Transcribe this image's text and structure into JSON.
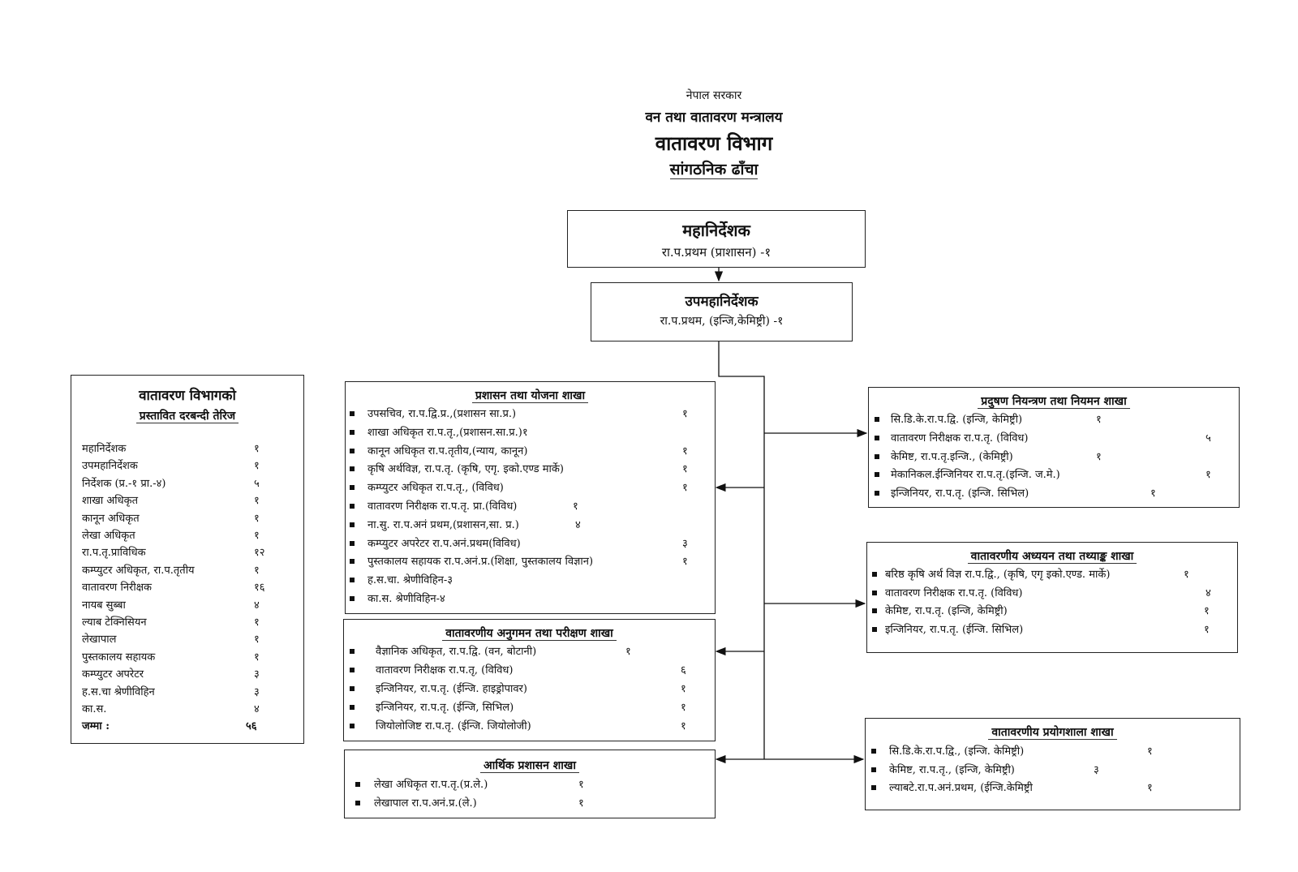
{
  "header": {
    "government": "नेपाल सरकार",
    "ministry": "वन तथा वातावरण मन्त्रालय",
    "department": "वातावरण विभाग",
    "chart_title": "सांगठनिक ढाँचा"
  },
  "director_general": {
    "title": "महानिर्देशक",
    "detail": "रा.प.प्रथम (प्राशासन) -१"
  },
  "deputy_director_general": {
    "title": "उपमहानिर्देशक",
    "detail": "रा.प.प्रथम, (इन्जि,केमिष्ट्री) -१"
  },
  "summary": {
    "title": "वातावरण विभागको",
    "subtitle": "प्रस्तावित दरबन्दी तेरिज",
    "items": [
      {
        "text": "महानिर्देशक",
        "count": "१"
      },
      {
        "text": "उपमहानिर्देशक",
        "count": "१"
      },
      {
        "text": "निर्देशक (प्र.-१ प्रा.-४)",
        "count": "५"
      },
      {
        "text": "शाखा अधिकृत",
        "count": "१"
      },
      {
        "text": "कानून अधिकृत",
        "count": "१"
      },
      {
        "text": "लेखा अधिकृत",
        "count": "१"
      },
      {
        "text": "रा.प.तृ.प्राविधिक",
        "count": "१२"
      },
      {
        "text": "कम्प्युटर अधिकृत, रा.प.तृतीय",
        "count": "१"
      },
      {
        "text": "वातावरण निरीक्षक",
        "count": "१६"
      },
      {
        "text": "नायब सुब्बा",
        "count": "४"
      },
      {
        "text": "ल्याब टेक्निसियन",
        "count": "१"
      },
      {
        "text": "लेखापाल",
        "count": "१"
      },
      {
        "text": "पुस्तकालय सहायक",
        "count": "१"
      },
      {
        "text": "कम्प्युटर अपरेटर",
        "count": "३"
      },
      {
        "text": "ह.स.चा श्रेणीविहिन",
        "count": "३"
      },
      {
        "text": "का.स.",
        "count": "४"
      }
    ],
    "total_label": "जम्मा :",
    "total": "५६"
  },
  "branches": {
    "admin": {
      "title": "प्रशासन तथा योजना शाखा",
      "items": [
        {
          "text": "उपसचिव, रा.प.द्वि.प्र.,(प्रशासन सा.प्र.)",
          "count": "१"
        },
        {
          "text": "शाखा अधिकृत रा.प.तृ.,(प्रशासन.सा.प्र.)१",
          "count": ""
        },
        {
          "text": "कानून अधिकृत रा.प.तृतीय,(न्याय, कानून)",
          "count": "१"
        },
        {
          "text": "कृषि अर्थविज्ञ, रा.प.तृ. (कृषि, एगृ. इको.एण्ड मार्के)",
          "count": "१"
        },
        {
          "text": "कम्प्युटर अधिकृत रा.प.तृ., (विविध)",
          "count": "१"
        },
        {
          "text": "वातावरण निरीक्षक रा.प.तृ. प्रा.(विविध)",
          "count": "१"
        },
        {
          "text": "ना.सु. रा.प.अनं प्रथम,(प्रशासन,सा. प्र.)",
          "count": "४"
        },
        {
          "text": "कम्प्युटर अपरेटर रा.प.अनं.प्रथम(विविध)",
          "count": "३"
        },
        {
          "text": "पुस्तकालय सहायक रा.प.अनं.प्र.(शिक्षा, पुस्तकालय विज्ञान)",
          "count": "१"
        },
        {
          "text": "ह.स.चा. श्रेणीविहिन-३",
          "count": ""
        },
        {
          "text": "का.स. श्रेणीविहिन-४",
          "count": ""
        }
      ]
    },
    "monitoring": {
      "title": "वातावरणीय अनुगमन तथा परीक्षण शाखा",
      "items": [
        {
          "text": "वैज्ञानिक अधिकृत, रा.प.द्वि. (वन, बोटानी)",
          "count": "१"
        },
        {
          "text": "वातावरण निरीक्षक रा.प.तृ, (विविध)",
          "count": "६"
        },
        {
          "text": "इन्जिनियर, रा.प.तृ. (ईन्जि. हाइड्रोपावर)",
          "count": "१"
        },
        {
          "text": "इन्जिनियर, रा.प.तृ. (ईन्जि, सिभिल)",
          "count": "१"
        },
        {
          "text": "जियोलोजिष्ट रा.प.तृ. (ईन्जि. जियोलोजी)",
          "count": "१"
        }
      ]
    },
    "finance": {
      "title": "आर्थिक प्रशासन शाखा",
      "items": [
        {
          "text": "लेखा अधिकृत रा.प.तृ.(प्र.ले.)",
          "count": "१"
        },
        {
          "text": "लेखापाल रा.प.अनं.प्र.(ले.)",
          "count": "१"
        }
      ]
    },
    "pollution": {
      "title": "प्रदुषण नियन्त्रण तथा नियमन शाखा",
      "items": [
        {
          "text": "सि.डि.के.रा.प.द्वि. (इन्जि, केमिष्ट्री)",
          "count": "१"
        },
        {
          "text": "वातावरण निरीक्षक रा.प.तृ. (विविध)",
          "count": "५"
        },
        {
          "text": "केमिष्ट, रा.प.तृ.इन्जि., (केमिष्ट्री)",
          "count": "१"
        },
        {
          "text": "मेकानिकल.ईन्जिनियर रा.प.तृ.(इन्जि. ज.मे.)",
          "count": "१"
        },
        {
          "text": "इन्जिनियर, रा.प.तृ. (इन्जि. सिभिल)",
          "count": "१"
        }
      ]
    },
    "study": {
      "title": "वातावरणीय अध्ययन तथा तथ्याङ्क शाखा",
      "items": [
        {
          "text": "बरिष्ठ कृषि अर्थ विज्ञ रा.प.द्वि., (कृषि, एगृ इको.एण्ड. मार्के)",
          "count": "१"
        },
        {
          "text": "वातावरण निरीक्षक रा.प.तृ. (विविध)",
          "count": "४"
        },
        {
          "text": "केमिष्ट, रा.प.तृ. (इन्जि, केमिष्ट्री)",
          "count": "१"
        },
        {
          "text": "इन्जिनियर, रा.प.तृ. (ईन्जि. सिभिल)",
          "count": "१"
        }
      ]
    },
    "lab": {
      "title": "वातावरणीय प्रयोगशाला शाखा",
      "items": [
        {
          "text": "सि.डि.के.रा.प.द्वि., (इन्जि. केमिष्ट्री)",
          "count": "१"
        },
        {
          "text": "केमिष्ट, रा.प.तृ., (इन्जि, केमिष्ट्री)",
          "count": "३"
        },
        {
          "text": "ल्याबटे.रा.प.अनं.प्रथम, (ईन्जि.केमिष्ट्री",
          "count": "१"
        }
      ]
    }
  }
}
